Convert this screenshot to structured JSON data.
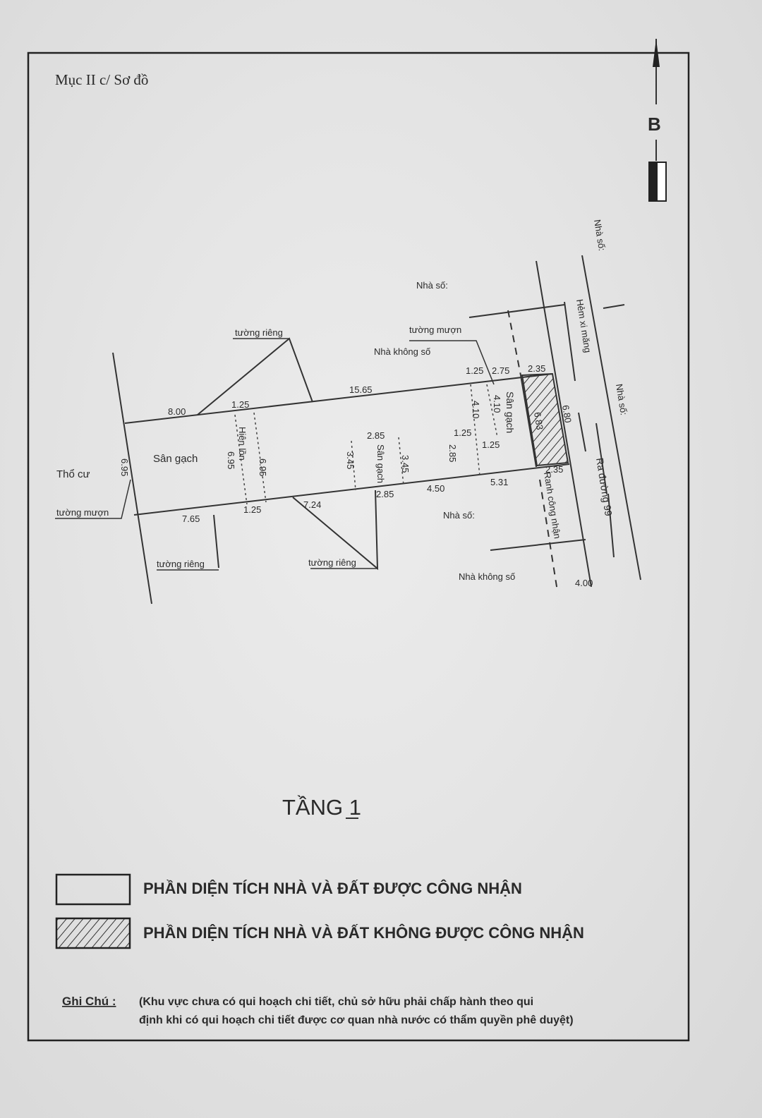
{
  "header": {
    "section": "Mục II c/ Sơ đồ"
  },
  "north_arrow": {
    "label": "B"
  },
  "plan": {
    "labels": {
      "nha_so_top": "Nhà số:",
      "nha_so_top_right": "Nhà số:",
      "nha_so_right": "Nhà số:",
      "nha_so_bottom": "Nhà số:",
      "nha_khong_so_top": "Nhà không số",
      "nha_khong_so_bottom": "Nhà không số",
      "tuong_rieng_top": "tường riêng",
      "tuong_muon_top": "tường mượn",
      "tuong_rieng_bottom_left": "tường riêng",
      "tuong_rieng_bottom_mid": "tường riêng",
      "tuong_muon_left": "tường mượn",
      "tho_cu": "Thổ cư",
      "san_gach_left": "Sân gạch",
      "hien_lon": "Hiên lồn",
      "san_gach_mid": "Sân gạch",
      "san_gach_right": "Sân gạch",
      "hem": "Hẻm xi măng",
      "ra_duong": "Ra đường 99",
      "ranh": "Ranh công nhận"
    },
    "dimensions": {
      "top_left": "8.00",
      "top_125a": "1.25",
      "top_mid": "15.65",
      "top_125b": "1.25",
      "top_275": "2.75",
      "top_235": "2.35",
      "left_height": "6.95",
      "hien_a": "6.95",
      "hien_b": "6.95",
      "bottom_765": "7.65",
      "bottom_125": "1.25",
      "bottom_724": "7.24",
      "mid_285_top": "2.85",
      "mid_345a": "3.45",
      "mid_345b": "3.45",
      "bottom_285": "2.85",
      "bottom_450": "4.50",
      "bottom_531": "5.31",
      "r_410a": "4.10",
      "r_410b": "4.10",
      "r_125a": "1.25",
      "r_125b": "1.25",
      "r_285": "2.85",
      "hatch_683": "6.83",
      "hatch_680": "6.80",
      "bottom_235": "2.35",
      "road_400": "4.00"
    },
    "floor_title": "TẦNG 1"
  },
  "legend": [
    {
      "label": "PHẦN DIỆN TÍCH NHÀ VÀ ĐẤT ĐƯỢC CÔNG NHẬN",
      "pattern": "blank"
    },
    {
      "label": "PHẦN DIỆN TÍCH NHÀ VÀ ĐẤT KHÔNG ĐƯỢC CÔNG NHẬN",
      "pattern": "hatched"
    }
  ],
  "note": {
    "title": "Ghi Chú :",
    "line1": "(Khu vực chưa có qui hoạch chi tiết, chủ sở hữu phải chấp hành theo qui",
    "line2": "định khi có qui hoạch chi tiết được cơ quan nhà nước có thẩm quyền phê duyệt)"
  }
}
